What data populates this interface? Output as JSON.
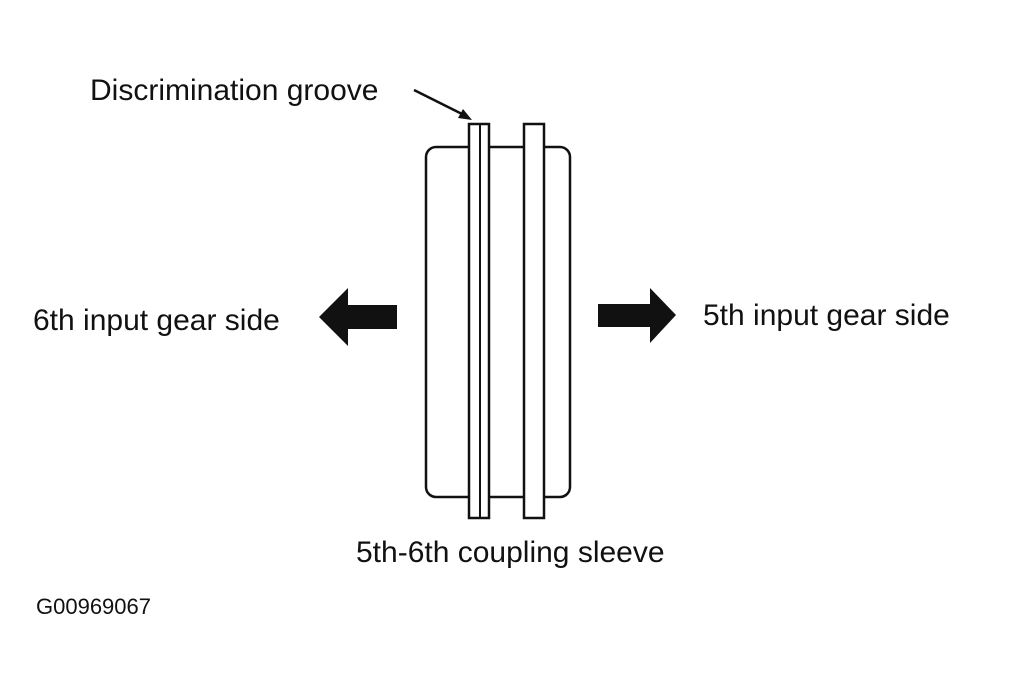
{
  "labels": {
    "groove": "Discrimination groove",
    "left_side": "6th input gear side",
    "right_side": "5th input gear side",
    "sleeve": "5th-6th coupling sleeve",
    "figure_code": "G00969067"
  },
  "colors": {
    "ink": "#111111",
    "background": "#ffffff"
  }
}
